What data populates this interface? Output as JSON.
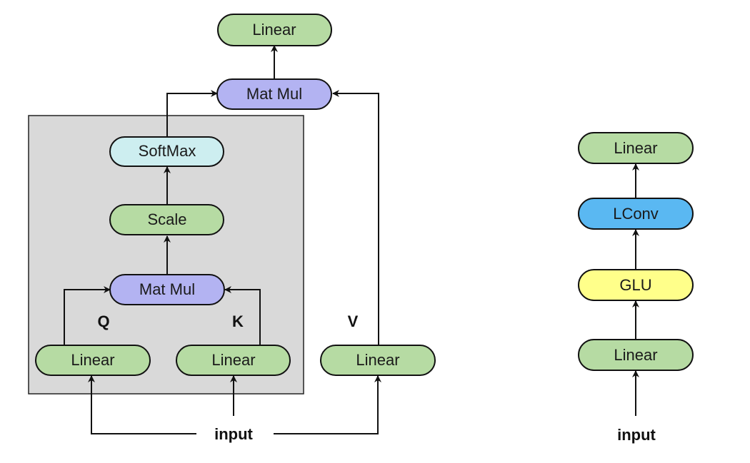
{
  "attention": {
    "nodes": {
      "top_linear": "Linear",
      "outer_matmul": "Mat Mul",
      "softmax": "SoftMax",
      "scale": "Scale",
      "inner_matmul": "Mat Mul",
      "q_linear": "Linear",
      "k_linear": "Linear",
      "v_linear": "Linear"
    },
    "labels": {
      "q": "Q",
      "k": "K",
      "v": "V",
      "input": "input"
    }
  },
  "lightweight_conv": {
    "nodes": {
      "top_linear": "Linear",
      "lconv": "LConv",
      "glu": "GLU",
      "bottom_linear": "Linear"
    },
    "labels": {
      "input": "input"
    }
  },
  "colors": {
    "green": "#b6dba3",
    "purple": "#b3b3f2",
    "cyan": "#cdeef0",
    "blue": "#5ab8f2",
    "yellow": "#ffff8a",
    "panel": "#d9d9d9"
  }
}
